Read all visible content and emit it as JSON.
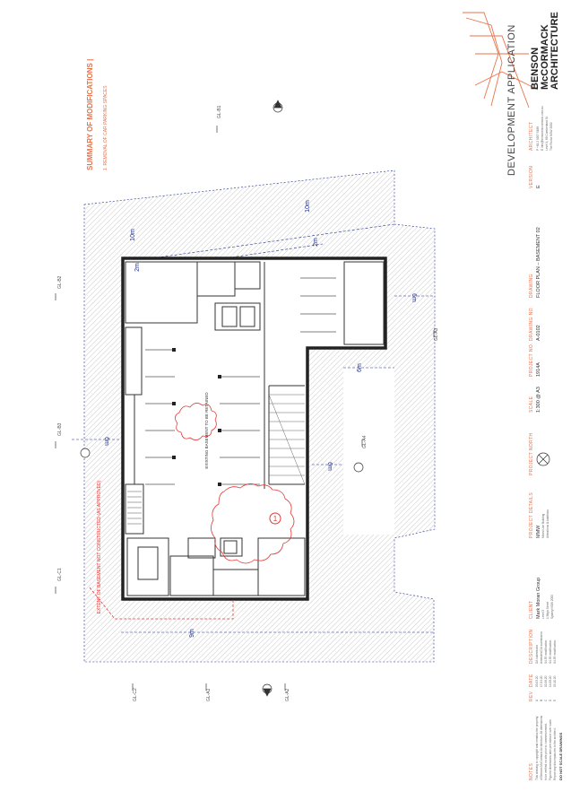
{
  "colors": {
    "accent": "#e8734a",
    "wall": "#222222",
    "setback": "#1f2f8f",
    "cloud": "#e53935",
    "hatch": "#bbbbbb"
  },
  "summary": {
    "heading": "SUMMARY OF MODIFICATIONS |",
    "item": "1. REMOVAL OF CAR PARKING SPACES"
  },
  "plan": {
    "annotation_main": "EXISTING BASEMENT TO BE RETAINED",
    "annotation_edge": "EXTENT OF BASEMENT NOT CONSTRUCTED (AS APPROVED)",
    "revision_marker": "1",
    "dimensions": [
      "10m",
      "10m",
      "2m",
      "2m",
      "6m",
      "6m",
      "6m",
      "6m",
      "9m"
    ],
    "grid_labels": [
      "GL-B1",
      "GL-B2",
      "GL-B3",
      "GL-C1",
      "GL-C2",
      "GL-A1",
      "GL-A2",
      "GL-A3",
      "GL-A4"
    ]
  },
  "title_block": {
    "firm": [
      "BENSON",
      "McCORMACK",
      "ARCHITECTURE"
    ],
    "stage": "DEVELOPMENT APPLICATION",
    "architect_label": "ARCHITECT",
    "architect_lines": [
      "P +61 2 9267 5188",
      "E info@bensonmccormack.com.au",
      "Level 1, 88 Cumberland St",
      "The Rocks NSW 2000"
    ],
    "version_label": "VERSION",
    "version": "E",
    "drawing_label": "DRAWING",
    "drawing": "FLOOR PLAN – BASEMENT 02",
    "drawing_no_label": "DRAWING NO.",
    "drawing_no": "A-0102",
    "project_no_label": "PROJECT NO.",
    "project_no": "1914A",
    "scale_label": "SCALE",
    "scale": "1:300 @ A3",
    "north_label": "PROJECT NORTH",
    "project_details_label": "PROJECT DETAILS",
    "project_details": [
      "MMW",
      "Mixed Use Building",
      "Alterations & Additions"
    ],
    "client_label": "CLIENT",
    "client": "Mark Moran Group",
    "client_lines": [
      "Level 5",
      "1 Bligh Street",
      "Sydney NSW 2000"
    ],
    "revision_header": [
      "REV",
      "DATE",
      "DESCRIPTION"
    ],
    "revisions": [
      [
        "A",
        "03.03.20",
        "DA submission"
      ],
      [
        "B",
        "17.04.20",
        "Amended DA submission"
      ],
      [
        "C",
        "02.06.20",
        "S4.55 modification"
      ],
      [
        "D",
        "14.08.20",
        "S4.55 modification"
      ],
      [
        "E",
        "09.10.20",
        "S4.55 modification"
      ]
    ],
    "notes_label": "NOTES",
    "notes": [
      "This drawing is copyright and remains the property",
      "of Benson McCormack Architecture. All dimensions",
      "to be verified on site prior to commencement.",
      "Figured dimensions take precedence over scale.",
      "Report any discrepancies to the architect."
    ],
    "no_scale": "DO NOT SCALE DRAWINGS"
  }
}
